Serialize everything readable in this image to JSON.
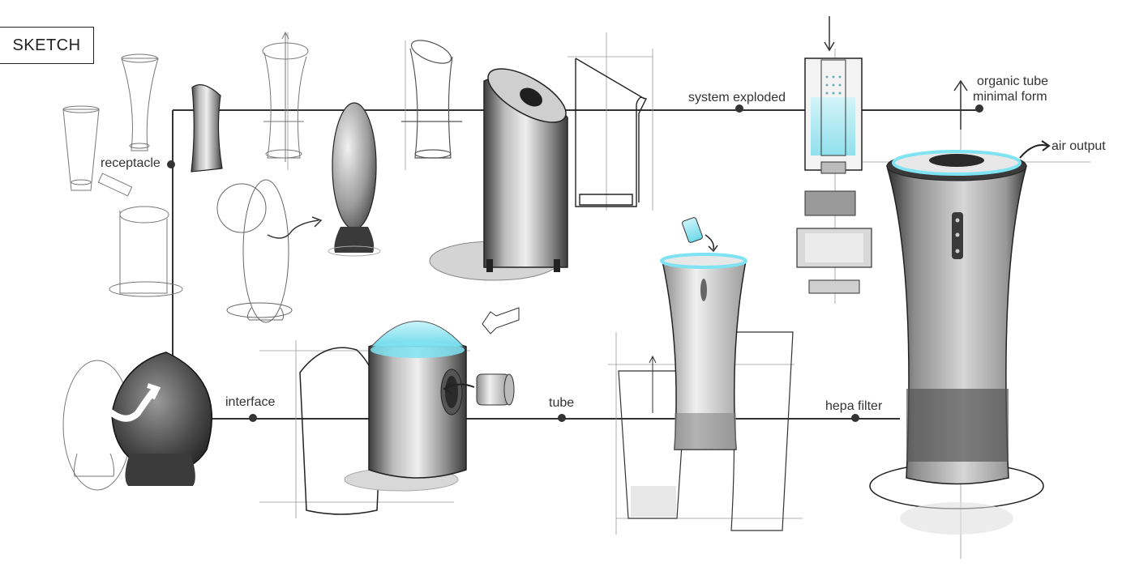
{
  "badge": {
    "text": "SKETCH"
  },
  "labels": {
    "receptacle": "receptacle",
    "system_exploded": "system exploded",
    "organic_tube": "organic tube",
    "minimal_form": "minimal form",
    "air_output": "air output",
    "interface": "interface",
    "tube": "tube",
    "hepa_filter": "hepa filter"
  },
  "colors": {
    "accent_glow": "#7fe3f2",
    "line": "#333333",
    "body_dark": "#4a4a4a",
    "body_light": "#e6e6e6"
  }
}
